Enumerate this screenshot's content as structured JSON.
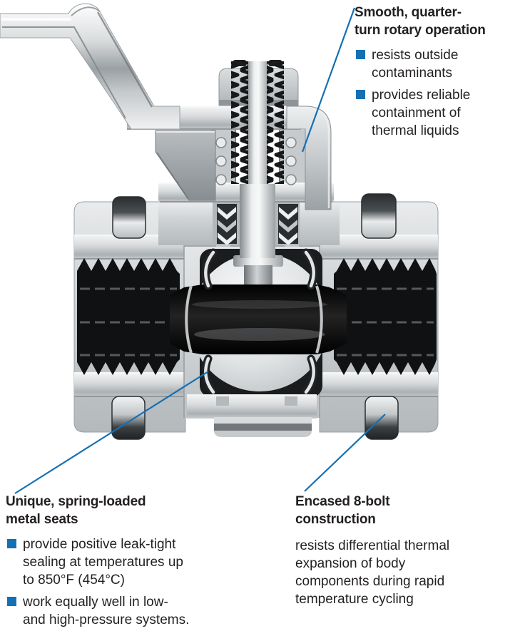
{
  "colors": {
    "accent": "#1470b4",
    "text": "#231f20",
    "metal_light": "#eff1f1",
    "metal_dark": "#8f9497",
    "thread_black": "#101113"
  },
  "figure": {
    "description": "Cutaway illustration of a ball valve with lever handle, threaded packing stem, ball and flow bore, spring-loaded metal seats, encased corner bolts, and male-threaded end connections"
  },
  "annotations": {
    "rotary_operation": {
      "heading_lines": [
        "Smooth, quarter-",
        "turn rotary operation"
      ],
      "bullets": [
        {
          "text": "resists outside contaminants",
          "lines": [
            "resists outside",
            "contaminants"
          ]
        },
        {
          "text": "provides reliable containment of thermal liquids",
          "lines": [
            "provides reliable",
            "containment of",
            "thermal liquids"
          ]
        }
      ]
    },
    "metal_seats": {
      "heading_lines": [
        "Unique, spring-loaded",
        "metal seats"
      ],
      "bullets": [
        {
          "text": "provide positive leak-tight sealing at temperatures up to 850°F (454°C)",
          "lines": [
            "provide positive leak-tight",
            "sealing at temperatures up",
            "to 850°F (454°C)"
          ]
        },
        {
          "text": "work equally well in low- and high-pressure systems.",
          "lines": [
            "work equally well in low-",
            "and high-pressure systems."
          ]
        }
      ]
    },
    "bolt_construction": {
      "heading_lines": [
        "Encased 8-bolt",
        "construction"
      ],
      "body_text": "resists differential thermal expansion of body components during rapid temperature cycling",
      "body_lines": [
        "resists differential thermal",
        "expansion of body",
        "components during rapid",
        "temperature cycling"
      ]
    }
  }
}
